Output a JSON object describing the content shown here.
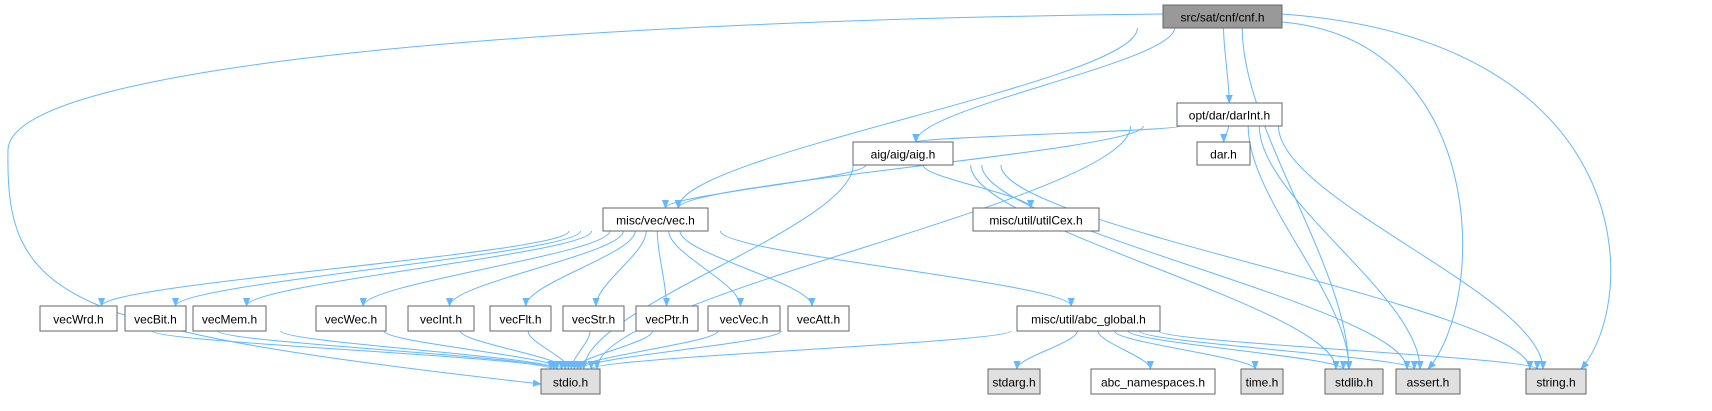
{
  "colors": {
    "edge": "#63b8ff",
    "root_fill": "#999999",
    "node_fill": "#ffffff",
    "system_fill": "#e0e0e0"
  },
  "nodes": [
    {
      "id": "cnf",
      "label": "src/sat/cnf/cnf.h",
      "kind": "root"
    },
    {
      "id": "darInt",
      "label": "opt/dar/darInt.h",
      "kind": "local"
    },
    {
      "id": "aig",
      "label": "aig/aig/aig.h",
      "kind": "local"
    },
    {
      "id": "dar",
      "label": "dar.h",
      "kind": "local"
    },
    {
      "id": "vec",
      "label": "misc/vec/vec.h",
      "kind": "local"
    },
    {
      "id": "utilCex",
      "label": "misc/util/utilCex.h",
      "kind": "local"
    },
    {
      "id": "vecWrd",
      "label": "vecWrd.h",
      "kind": "local"
    },
    {
      "id": "vecBit",
      "label": "vecBit.h",
      "kind": "local"
    },
    {
      "id": "vecMem",
      "label": "vecMem.h",
      "kind": "local"
    },
    {
      "id": "vecWec",
      "label": "vecWec.h",
      "kind": "local"
    },
    {
      "id": "vecInt",
      "label": "vecInt.h",
      "kind": "local"
    },
    {
      "id": "vecFlt",
      "label": "vecFlt.h",
      "kind": "local"
    },
    {
      "id": "vecStr",
      "label": "vecStr.h",
      "kind": "local"
    },
    {
      "id": "vecPtr",
      "label": "vecPtr.h",
      "kind": "local"
    },
    {
      "id": "vecVec",
      "label": "vecVec.h",
      "kind": "local"
    },
    {
      "id": "vecAtt",
      "label": "vecAtt.h",
      "kind": "local"
    },
    {
      "id": "abc_global",
      "label": "misc/util/abc_global.h",
      "kind": "local"
    },
    {
      "id": "stdio",
      "label": "stdio.h",
      "kind": "system"
    },
    {
      "id": "stdarg",
      "label": "stdarg.h",
      "kind": "system"
    },
    {
      "id": "abc_namespaces",
      "label": "abc_namespaces.h",
      "kind": "local"
    },
    {
      "id": "time",
      "label": "time.h",
      "kind": "system"
    },
    {
      "id": "stdlib",
      "label": "stdlib.h",
      "kind": "system"
    },
    {
      "id": "assert",
      "label": "assert.h",
      "kind": "system"
    },
    {
      "id": "string",
      "label": "string.h",
      "kind": "system"
    }
  ],
  "edges": [
    [
      "cnf",
      "stdio"
    ],
    [
      "cnf",
      "vec"
    ],
    [
      "cnf",
      "darInt"
    ],
    [
      "cnf",
      "aig"
    ],
    [
      "cnf",
      "stdlib"
    ],
    [
      "cnf",
      "assert"
    ],
    [
      "cnf",
      "string"
    ],
    [
      "darInt",
      "vec"
    ],
    [
      "darInt",
      "aig"
    ],
    [
      "darInt",
      "stdio"
    ],
    [
      "darInt",
      "dar"
    ],
    [
      "darInt",
      "stdlib"
    ],
    [
      "darInt",
      "assert"
    ],
    [
      "darInt",
      "string"
    ],
    [
      "aig",
      "vec"
    ],
    [
      "aig",
      "utilCex"
    ],
    [
      "aig",
      "stdio"
    ],
    [
      "aig",
      "stdlib"
    ],
    [
      "aig",
      "assert"
    ],
    [
      "aig",
      "string"
    ],
    [
      "vec",
      "vecWrd"
    ],
    [
      "vec",
      "vecBit"
    ],
    [
      "vec",
      "vecMem"
    ],
    [
      "vec",
      "vecWec"
    ],
    [
      "vec",
      "vecInt"
    ],
    [
      "vec",
      "vecFlt"
    ],
    [
      "vec",
      "vecStr"
    ],
    [
      "vec",
      "vecPtr"
    ],
    [
      "vec",
      "vecVec"
    ],
    [
      "vec",
      "vecAtt"
    ],
    [
      "vec",
      "abc_global"
    ],
    [
      "vecWrd",
      "stdio"
    ],
    [
      "vecBit",
      "stdio"
    ],
    [
      "vecMem",
      "stdio"
    ],
    [
      "vecWec",
      "stdio"
    ],
    [
      "vecInt",
      "stdio"
    ],
    [
      "vecFlt",
      "stdio"
    ],
    [
      "vecStr",
      "stdio"
    ],
    [
      "vecPtr",
      "stdio"
    ],
    [
      "vecVec",
      "stdio"
    ],
    [
      "vecAtt",
      "stdio"
    ],
    [
      "abc_global",
      "stdio"
    ],
    [
      "abc_global",
      "stdarg"
    ],
    [
      "abc_global",
      "abc_namespaces"
    ],
    [
      "abc_global",
      "time"
    ],
    [
      "abc_global",
      "stdlib"
    ],
    [
      "abc_global",
      "assert"
    ],
    [
      "abc_global",
      "string"
    ]
  ]
}
